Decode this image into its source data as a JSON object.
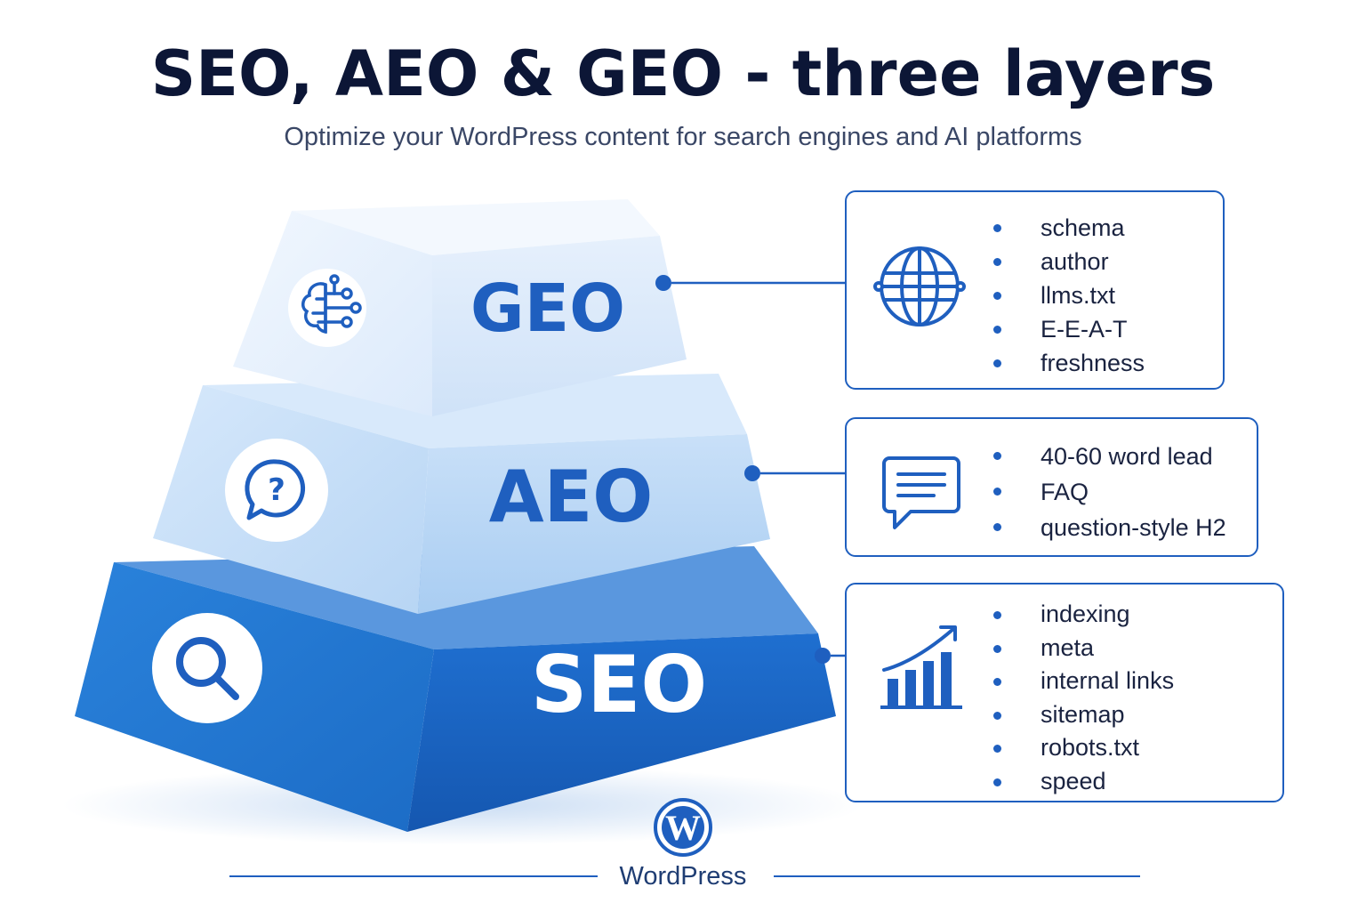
{
  "header": {
    "title": "SEO, AEO & GEO - three layers",
    "subtitle": "Optimize your WordPress content for search engines and AI platforms"
  },
  "layers": [
    {
      "label": "GEO",
      "icon": "brain-circuit-icon",
      "panel_icon": "globe-icon",
      "items": [
        "schema",
        "author",
        "llms.txt",
        "E-E-A-T",
        "freshness"
      ]
    },
    {
      "label": "AEO",
      "icon": "question-bubble-icon",
      "panel_icon": "chat-bubble-icon",
      "items": [
        "40-60 word lead",
        "FAQ",
        "question-style H2"
      ]
    },
    {
      "label": "SEO",
      "icon": "search-icon",
      "panel_icon": "growth-chart-icon",
      "items": [
        "indexing",
        "meta",
        "internal links",
        "sitemap",
        "robots.txt",
        "speed"
      ]
    }
  ],
  "footer": {
    "logo": "wordpress-logo",
    "label": "WordPress"
  },
  "colors": {
    "accent": "#1f5fbf",
    "geo_face": "#e3effc",
    "aeo_face": "#bcd9f6",
    "seo_face": "#1e6cc8",
    "title": "#0c1636"
  }
}
